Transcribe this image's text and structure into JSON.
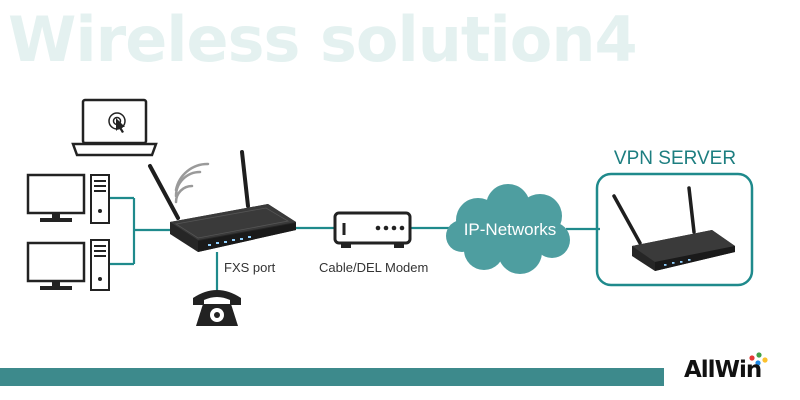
{
  "title": "Wireless solution4",
  "labels": {
    "fxs_port": "FXS port",
    "modem": "Cable/DEL Modem",
    "cloud": "IP-Networks",
    "vpn_server": "VPN SERVER"
  },
  "logo": {
    "text": "AllWin"
  },
  "colors": {
    "line": "#1f8a8c",
    "cloud": "#4e9ea0",
    "title_watermark": "#e4f1f0",
    "bottom_bar": "#3d8a8c",
    "device": "#1e1e1e"
  },
  "icons": [
    "laptop-icon",
    "desktop-pc-icon",
    "wifi-router-icon",
    "wifi-signal-icon",
    "telephone-icon",
    "modem-icon",
    "cloud-icon",
    "vpn-router-icon"
  ]
}
